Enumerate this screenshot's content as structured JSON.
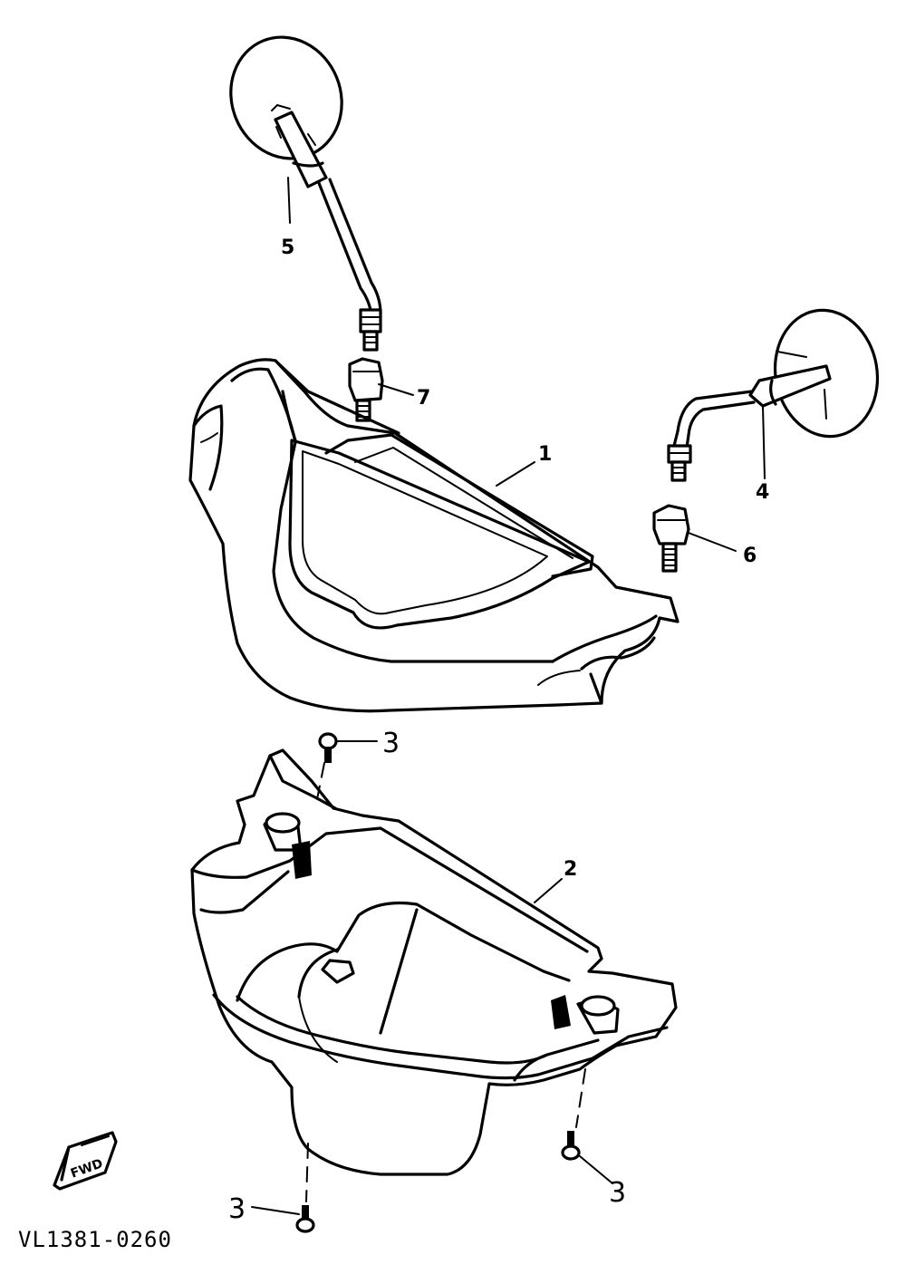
{
  "diagram": {
    "part_labels": {
      "p1": "1",
      "p2": "2",
      "p3a": "3",
      "p3b": "3",
      "p3c": "3",
      "p4": "4",
      "p5": "5",
      "p6": "6",
      "p7": "7"
    },
    "direction_marker": "FWD",
    "drawing_code": "VL1381-0260"
  }
}
